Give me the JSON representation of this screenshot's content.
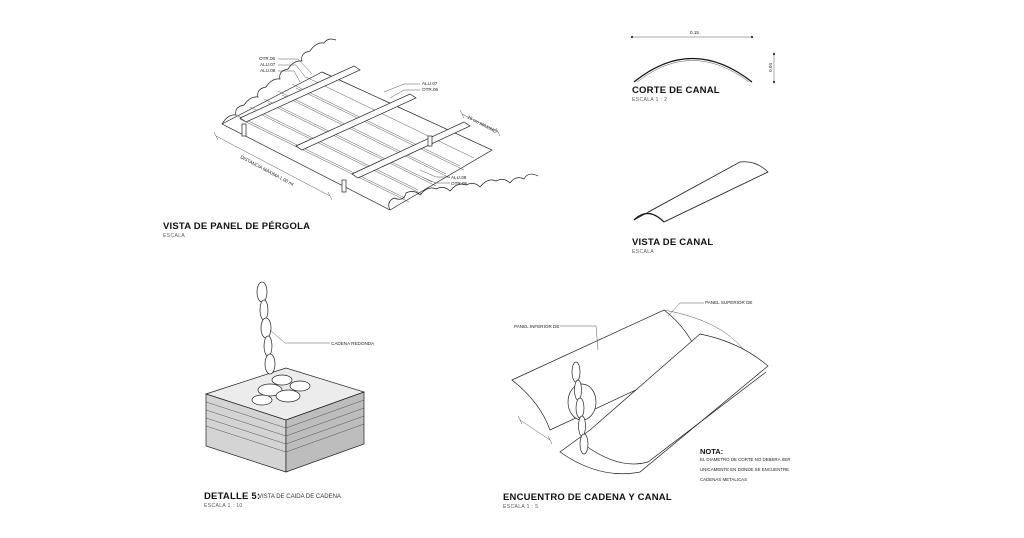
{
  "pergola": {
    "title": "VISTA DE PANEL DE PÉRGOLA",
    "scale": "ESCALA",
    "labels": {
      "otr06_a": "OTR.06",
      "alu07_a": "ALU.07",
      "alu08_a": "ALU.08",
      "alu07_b": "ALU.07",
      "otr06_b": "OTR.06",
      "alu08_b": "ALU.08",
      "otr05": "OTR.05",
      "dim_15": "15 cm MÁXIMO",
      "dim_dist": "DISTANCIA MÁXIMA 1.00 mt"
    }
  },
  "corte": {
    "title": "CORTE DE CANAL",
    "scale": "ESCALA 1 : 2",
    "width": "0.15",
    "height": "0.04"
  },
  "vista_canal": {
    "title": "VISTA DE CANAL",
    "scale": "ESCALA"
  },
  "detalle": {
    "title": "DETALLE 5:",
    "subtitle": "VISTA DE CAIDA DE CADENA",
    "scale": "ESCALA 1 : 10",
    "label": "CADENA REDONDA"
  },
  "encuentro": {
    "title": "ENCUENTRO DE CADENA Y CANAL",
    "scale": "ESCALA 1 : 5",
    "label_superior": "PANEL SUPERIOR DE",
    "label_inferior": "PANEL INFERIOR DE",
    "note_title": "NOTA:",
    "note_lines": [
      "EL DIAMETRO DE CORTE NO DEBERA SER",
      "UNICAMENTE EN DONDE SE ENCUENTRE",
      "CADENAS METALICAS"
    ]
  }
}
